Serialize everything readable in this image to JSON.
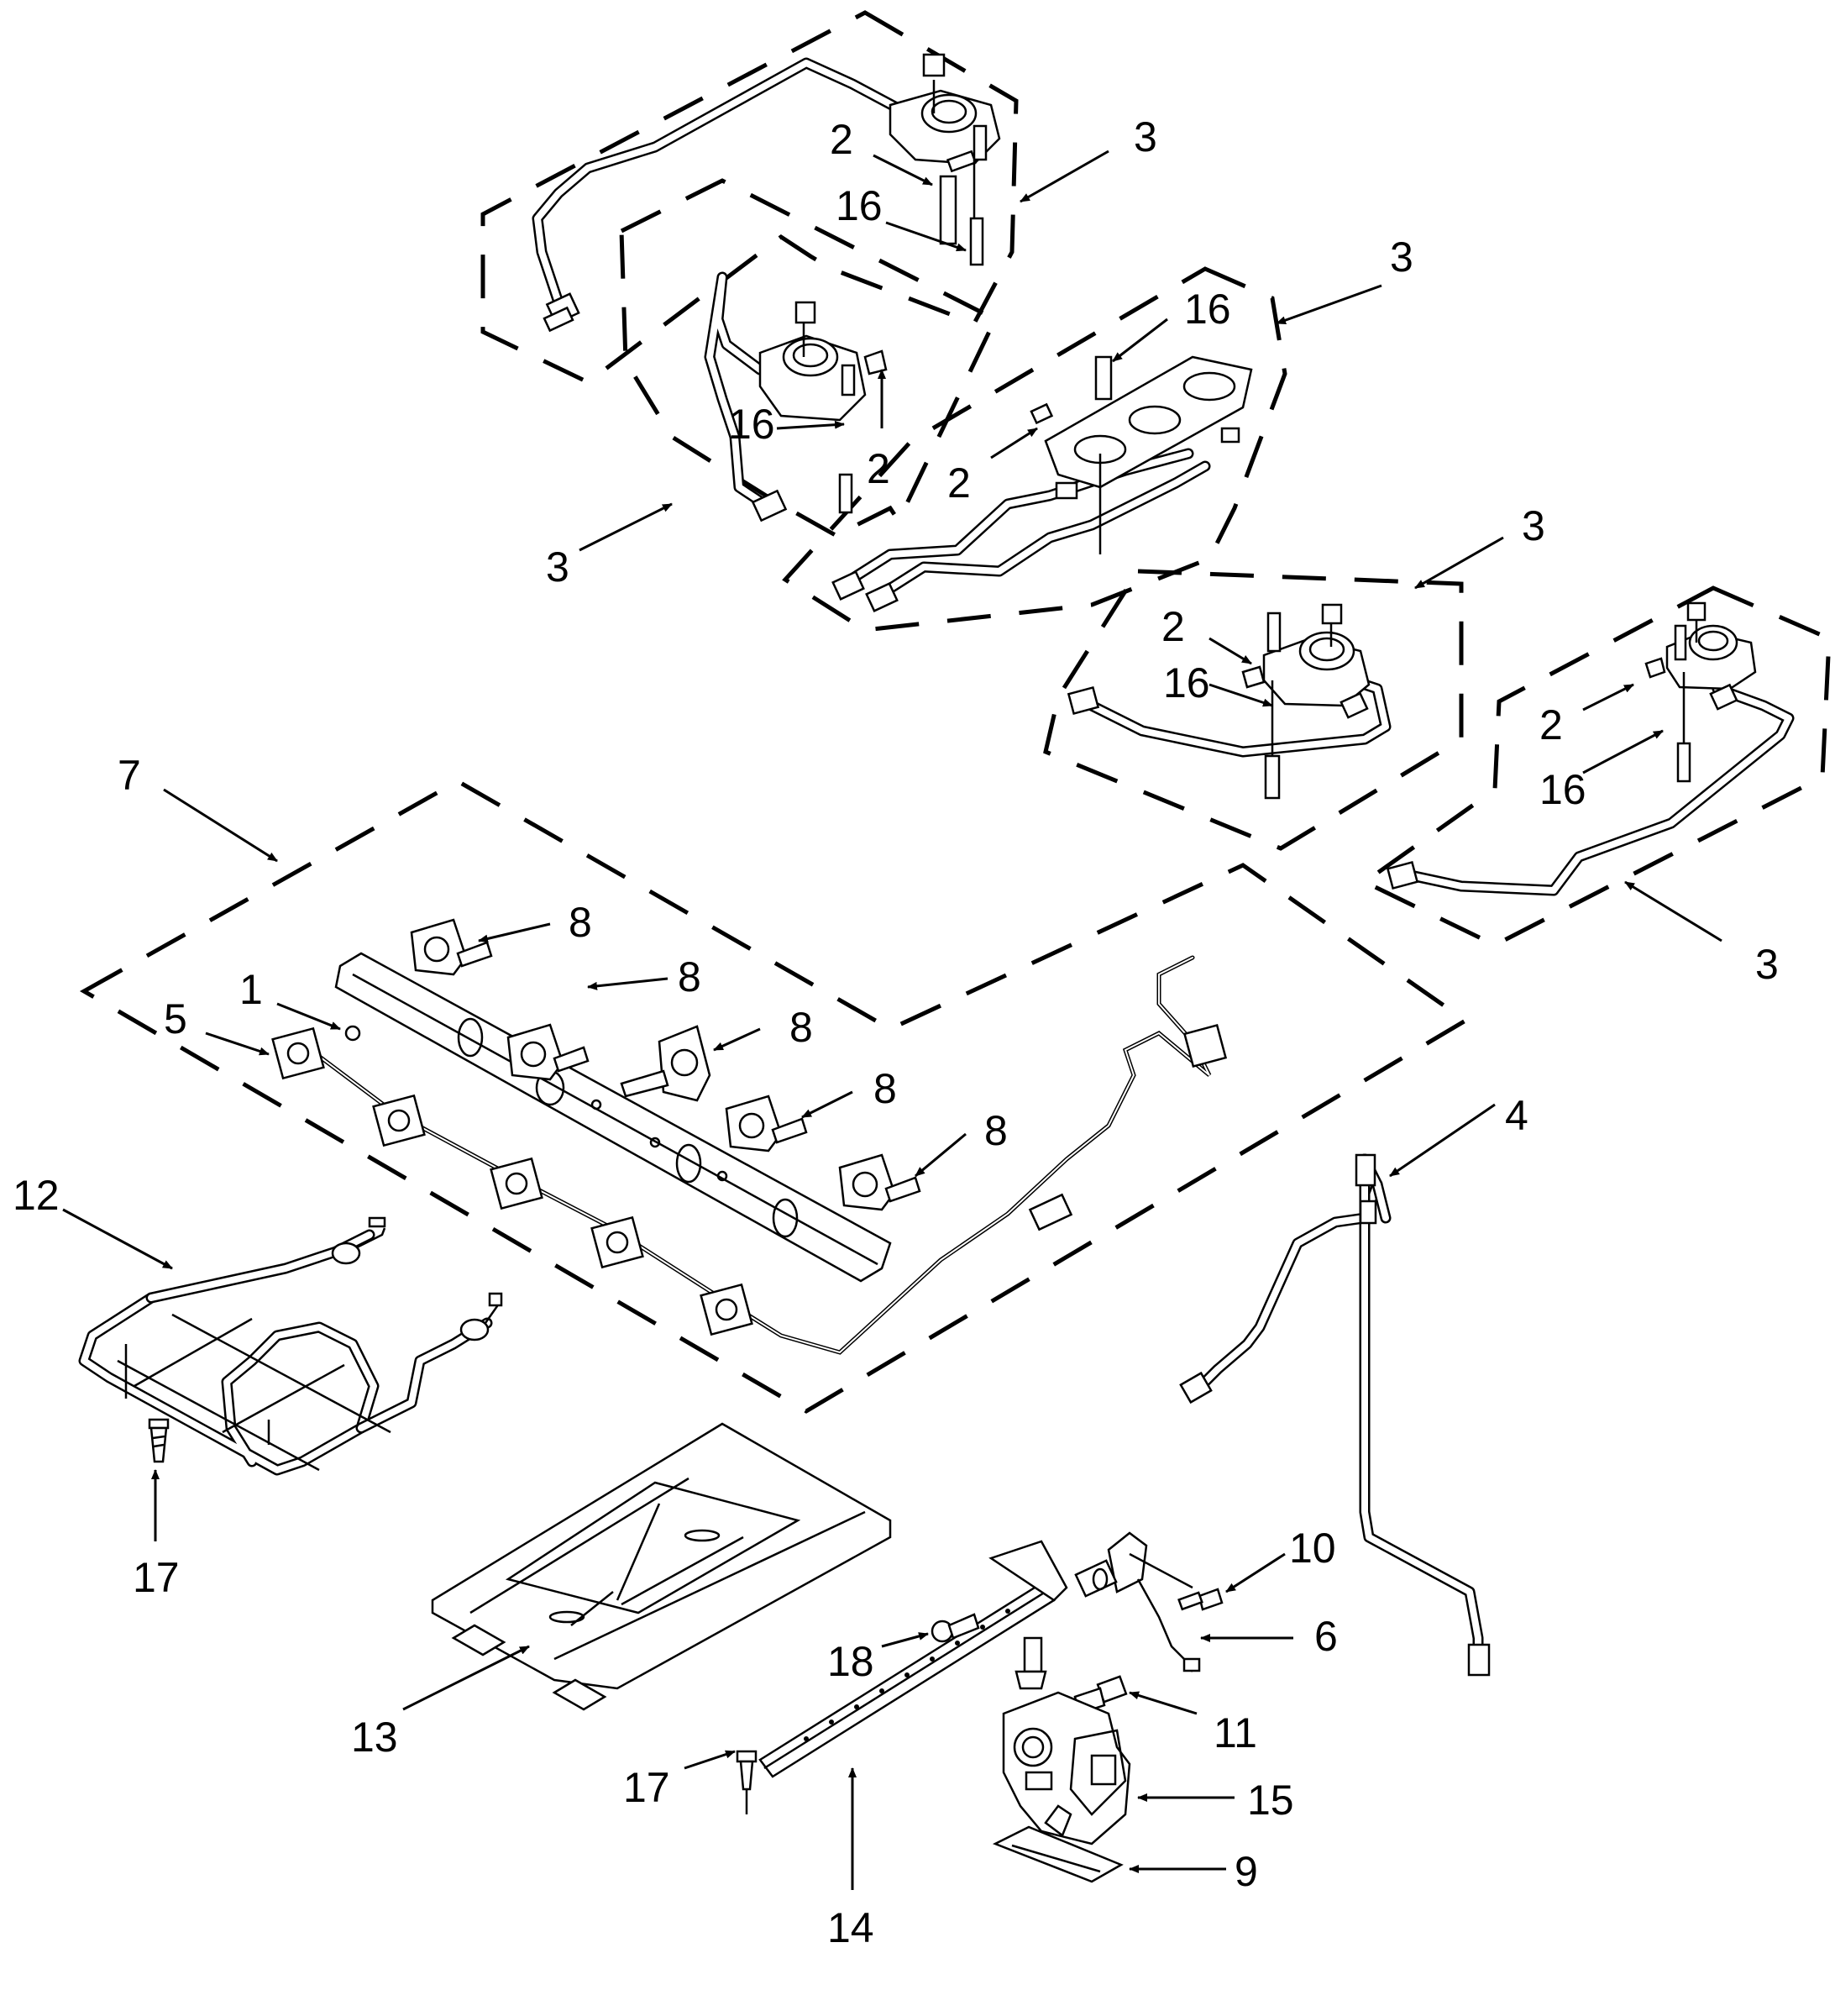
{
  "labels": {
    "label_1": "1",
    "label_2": "2",
    "label_3": "3",
    "label_4": "4",
    "label_5": "5",
    "label_6": "6",
    "label_7": "7",
    "label_8": "8",
    "label_9": "9",
    "label_10": "10",
    "label_11": "11",
    "label_12": "12",
    "label_13": "13",
    "label_14": "14",
    "label_15": "15",
    "label_16": "16",
    "label_17": "17",
    "label_18": "18"
  },
  "colors": {
    "line": "#000000",
    "background": "#ffffff"
  }
}
